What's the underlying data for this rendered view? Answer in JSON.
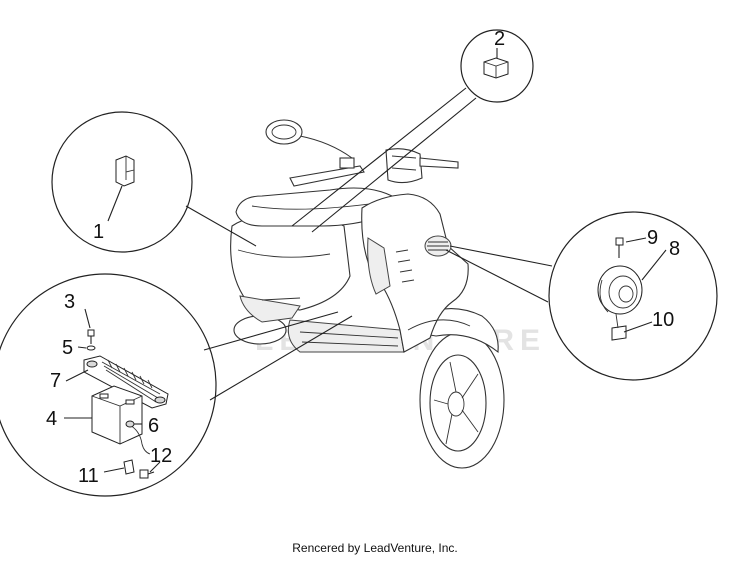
{
  "watermark": "LEADVENTURE",
  "footer": "Rencered by LeadVenture, Inc.",
  "callouts": {
    "c1": "1",
    "c2": "2",
    "c3": "3",
    "c4": "4",
    "c5": "5",
    "c6": "6",
    "c7": "7",
    "c8": "8",
    "c9": "9",
    "c10": "10",
    "c11": "11",
    "c12": "12"
  }
}
